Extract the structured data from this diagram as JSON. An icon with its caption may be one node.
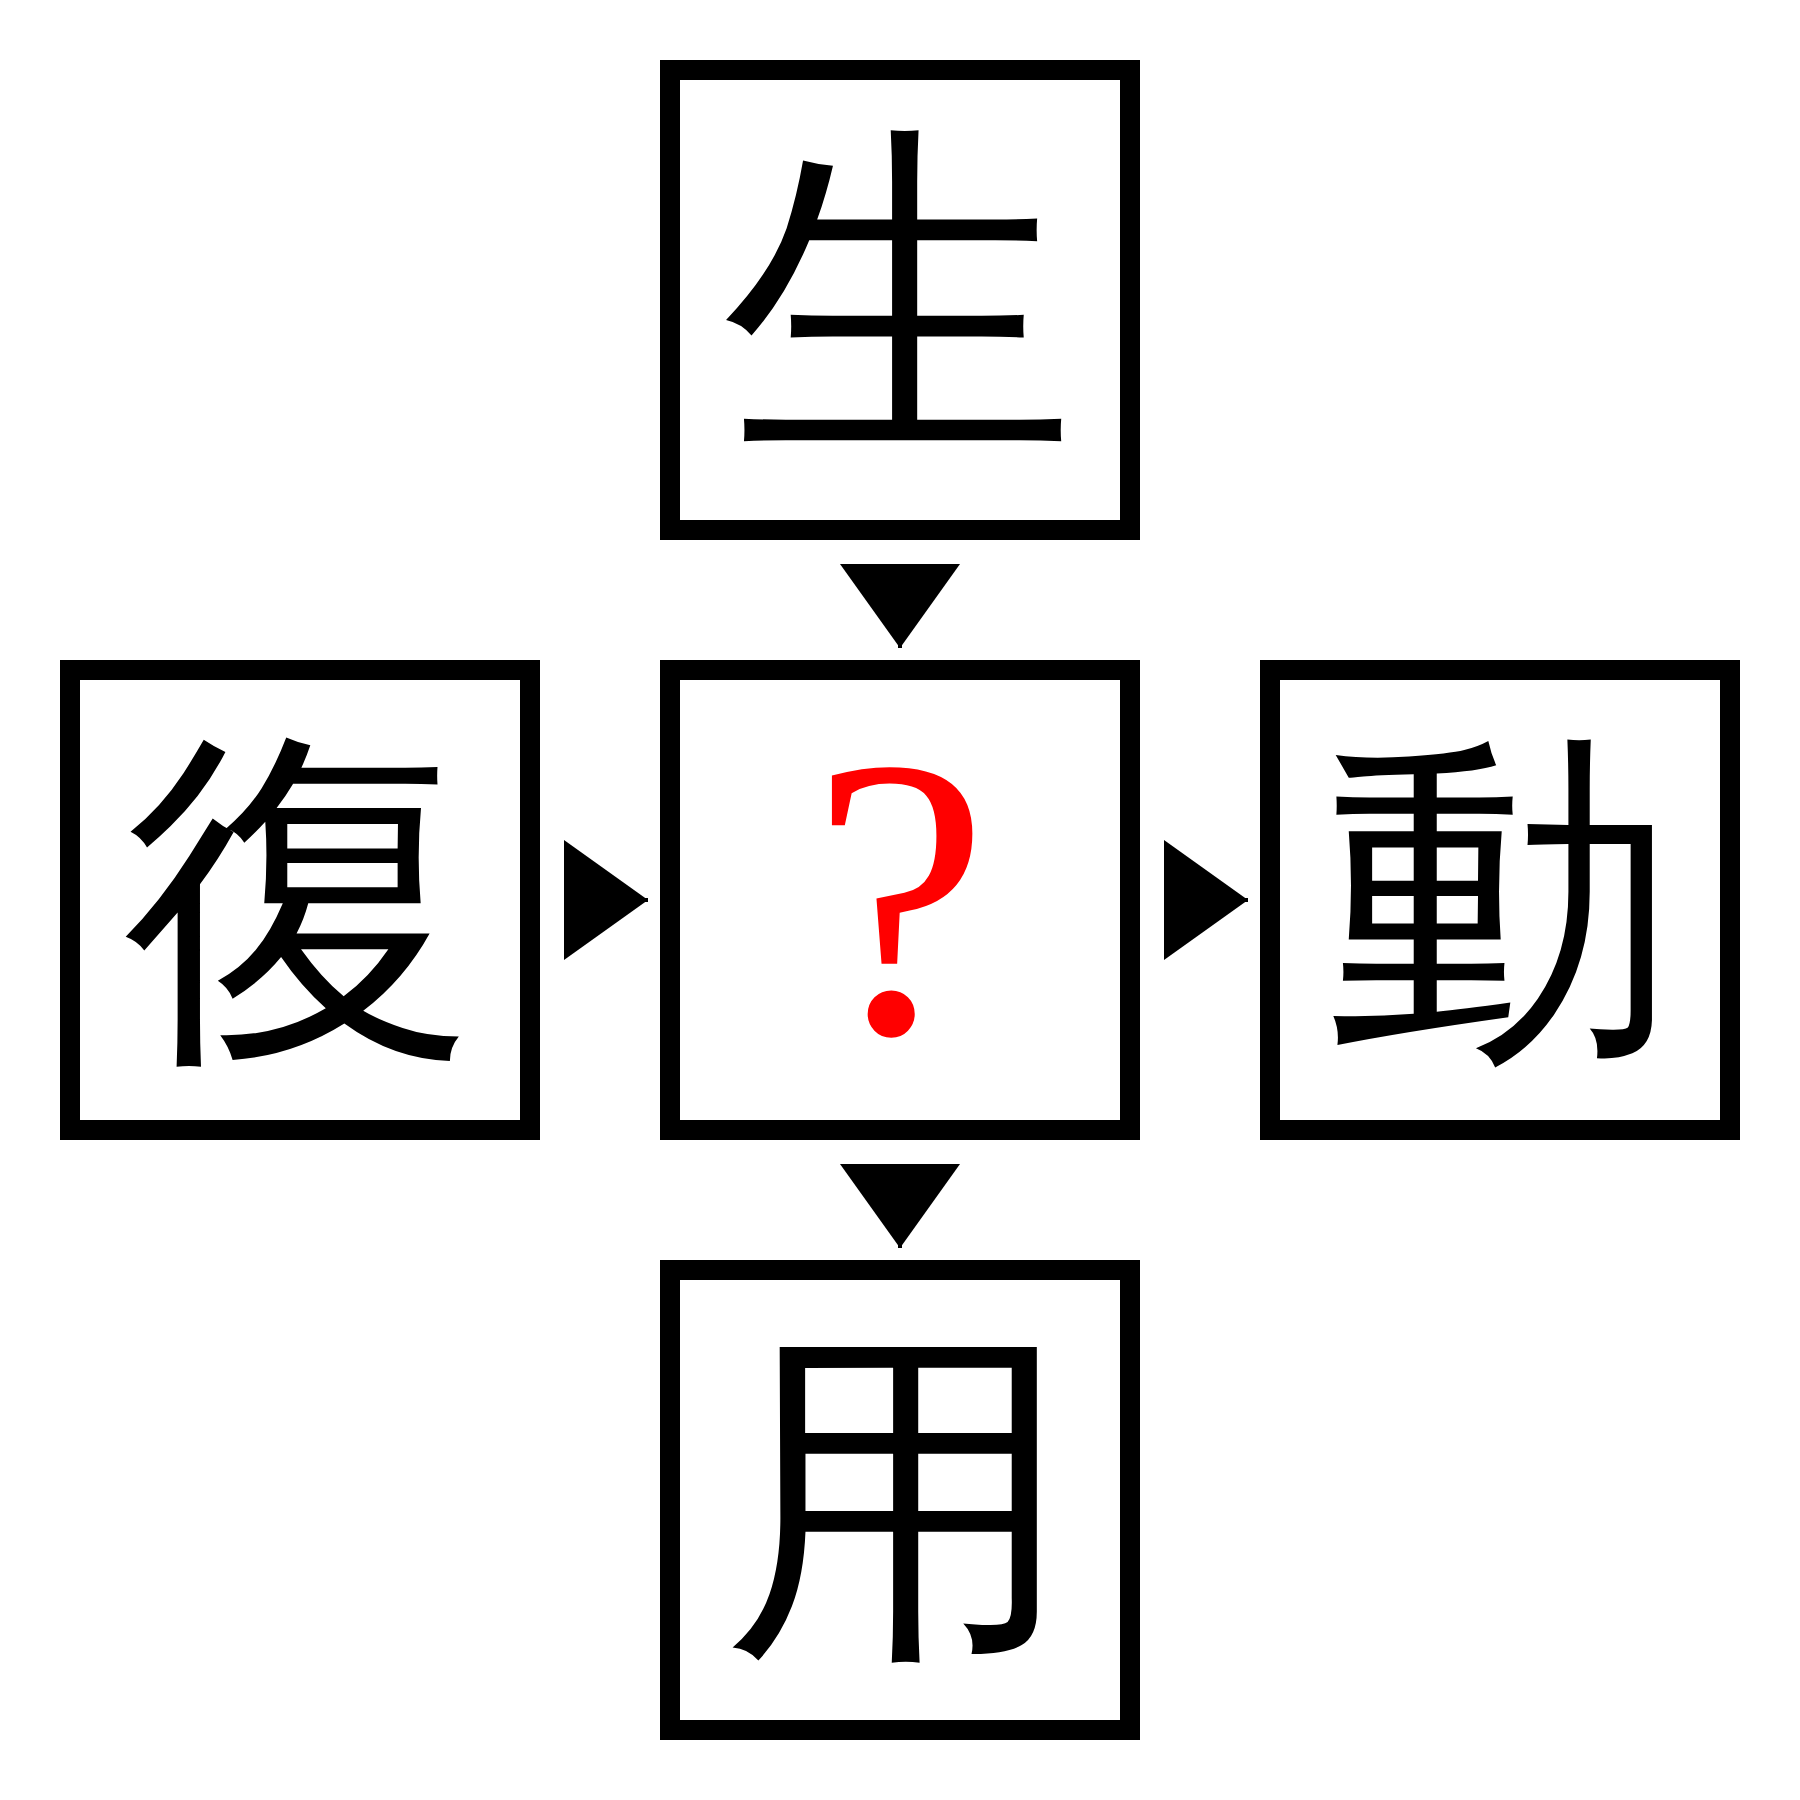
{
  "diagram": {
    "nodes": [
      {
        "text": [
          "生"
        ]
      },
      {
        "text": [
          "復"
        ]
      },
      {
        "text": [
          "?"
        ]
      },
      {
        "text": [
          "動"
        ]
      },
      {
        "text": [
          "用"
        ]
      }
    ],
    "edges": [
      {
        "from": 0,
        "to": 2,
        "arrow": "to"
      },
      {
        "from": 1,
        "to": 2,
        "arrow": "to"
      },
      {
        "from": 2,
        "to": 3,
        "arrow": "to"
      },
      {
        "from": 2,
        "to": 4,
        "arrow": "to"
      }
    ]
  }
}
